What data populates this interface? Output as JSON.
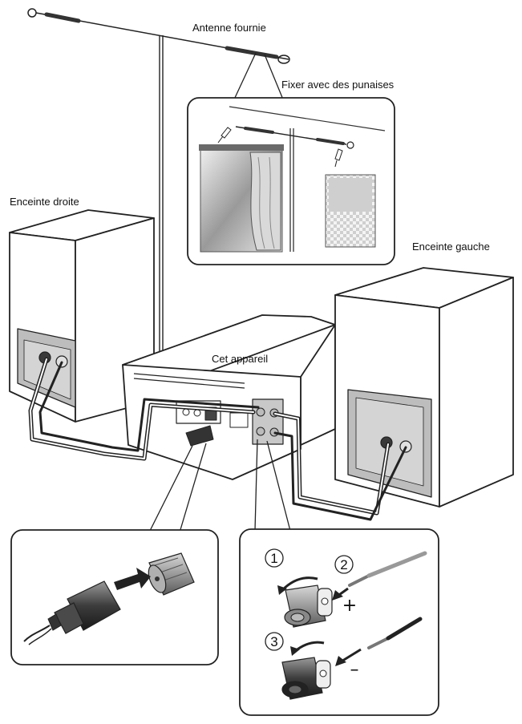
{
  "labels": {
    "antenna": "Antenne fournie",
    "fix_with_pins": "Fixer avec des punaises",
    "speaker_right": "Enceinte droite",
    "speaker_left": "Enceinte gauche",
    "unit": "Cet appareil"
  },
  "steps": {
    "step1": "1",
    "step2": "2",
    "step3": "3"
  },
  "polarity": {
    "plus": "+",
    "minus": "–"
  },
  "colors": {
    "line": "#222222",
    "cable": "#333333",
    "panel": "#bfbfbf",
    "terminal_dark": "#3a3a3a"
  }
}
